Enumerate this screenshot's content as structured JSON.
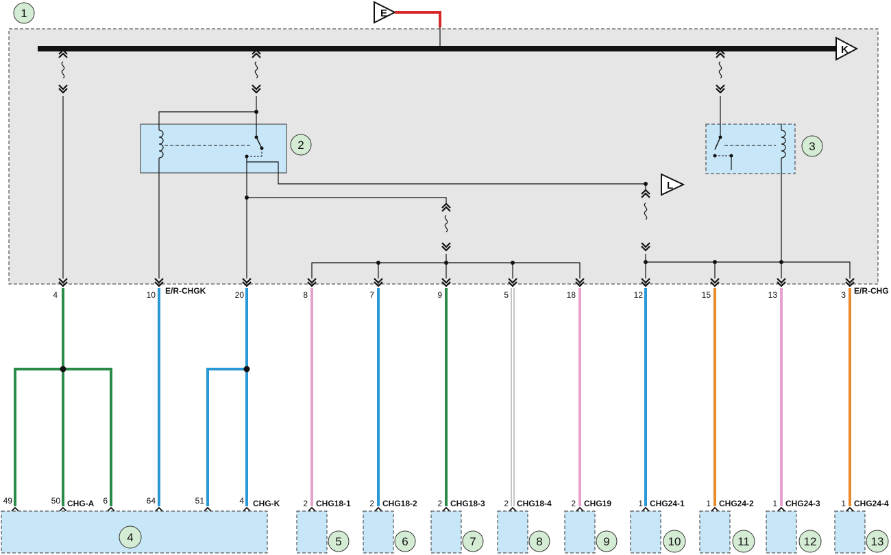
{
  "colors": {
    "green": "#2a8a4a",
    "blue": "#2a98d4",
    "pink": "#e8a0cc",
    "white": "#ffffff",
    "orange": "#e88a2a",
    "red": "#d62828",
    "block_fill": "#c7e7f8",
    "main_fill": "#e6e6e6",
    "callout_fill": "#d4ecd4"
  },
  "callouts": {
    "c1": "1",
    "c2": "2",
    "c3": "3",
    "c4": "4",
    "c5": "5",
    "c6": "6",
    "c7": "7",
    "c8": "8",
    "c9": "9",
    "c10": "10",
    "c11": "11",
    "c12": "12",
    "c13": "13"
  },
  "terminals": {
    "e": "E",
    "k": "K",
    "l": "L"
  },
  "upper_connectors": {
    "er_chgk": "E/R-CHGK",
    "er_chg": "E/R-CHG"
  },
  "top_pins": {
    "p4": "4",
    "p10": "10",
    "p20": "20",
    "p8": "8",
    "p7": "7",
    "p9": "9",
    "p5": "5",
    "p18": "18",
    "p12": "12",
    "p15": "15",
    "p13": "13",
    "p3": "3"
  },
  "bottom_pins": {
    "p49": "49",
    "p50": "50",
    "p6": "6",
    "p64": "64",
    "p51": "51",
    "p4": "4",
    "s1": "2",
    "s2": "2",
    "s3": "2",
    "s4": "2",
    "s5": "2",
    "s6": "1",
    "s7": "1",
    "s8": "1",
    "s9": "1"
  },
  "lower_connectors": {
    "chg_a": "CHG-A",
    "chg_k": "CHG-K",
    "chg18_1": "CHG18-1",
    "chg18_2": "CHG18-2",
    "chg18_3": "CHG18-3",
    "chg18_4": "CHG18-4",
    "chg19": "CHG19",
    "chg24_1": "CHG24-1",
    "chg24_2": "CHG24-2",
    "chg24_3": "CHG24-3",
    "chg24_4": "CHG24-4"
  }
}
